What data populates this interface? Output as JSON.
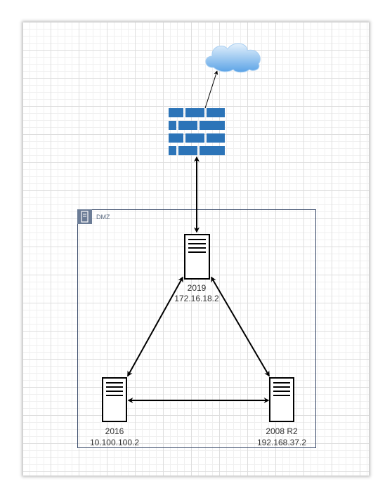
{
  "diagram": {
    "group": {
      "label": "DMZ"
    },
    "servers": [
      {
        "id": "srv-2019",
        "name": "2019",
        "ip": "172.16.18.2"
      },
      {
        "id": "srv-2016",
        "name": "2016",
        "ip": "10.100.100.2"
      },
      {
        "id": "srv-2008",
        "name": "2008 R2",
        "ip": "192.168.37.2"
      }
    ],
    "icons": {
      "cloud": "cloud-icon",
      "firewall": "firewall-icon",
      "server": "server-icon",
      "group": "server-rack-icon"
    },
    "colors": {
      "firewall": "#2c74b8",
      "cloud_light": "#e4f1fc",
      "cloud_dark": "#5ba3e6",
      "group_border": "#3b4c6b",
      "group_icon": "#6b7c96",
      "connector": "#000000"
    }
  }
}
